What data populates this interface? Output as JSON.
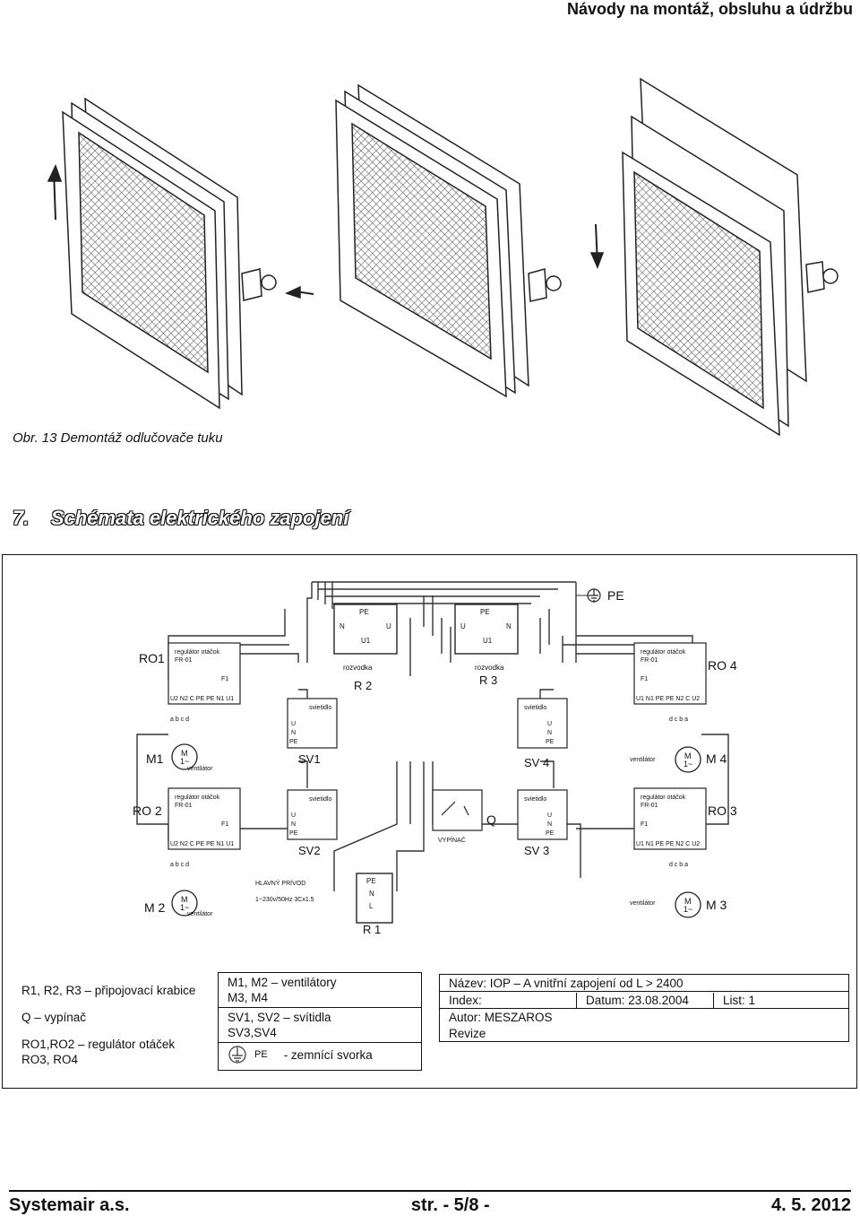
{
  "header": {
    "title": "Návody na montáž, obsluhu a údržbu"
  },
  "figure": {
    "caption": "Obr. 13 Demontáž odlučovače tuku"
  },
  "section": {
    "number": "7.",
    "title": "Schémata elektrického zapojení"
  },
  "schematic": {
    "ro1": "RO1",
    "ro2": "RO 2",
    "ro3": "RO 3",
    "ro4": "RO 4",
    "m1": "M1",
    "m2": "M 2",
    "m3": "M 3",
    "m4": "M 4",
    "sv1": "SV1",
    "sv2": "SV2",
    "sv3": "SV 3",
    "sv4": "SV 4",
    "r1": "R 1",
    "r2": "R 2",
    "r3": "R 3",
    "q": "Q",
    "pe": "PE",
    "reg_title": "regulátor otáčok",
    "reg_model": "FR-01",
    "f1": "F1",
    "term_left": "U2 N2 C PE PE N1 U1",
    "term_right": "U1 N1 PE PE N2 C U2",
    "abcd": "a  b  c  d",
    "dcba": "d  c  b  a",
    "fan": "ventilátor",
    "motor": "M",
    "motor_sub": "1~",
    "lamp": "svietidlo",
    "u": "U",
    "n": "N",
    "pe_t": "PE",
    "l": "L",
    "u1": "U1",
    "box": "rozvodka",
    "switch": "VYPÍNAČ",
    "supply_title": "HLAVNÝ PRÍVOD",
    "supply_spec": "1~230v/50Hz 3Cx1.5"
  },
  "legend": {
    "col1": [
      "R1, R2, R3 – připojovací krabice",
      "Q – vypínač",
      "RO1,RO2 – regulátor otáček",
      "RO3, RO4"
    ],
    "col2": [
      "M1, M2 – ventilátory",
      "M3, M4",
      "SV1, SV2 – svítidla",
      "SV3,SV4"
    ],
    "earth_pe": "PE",
    "earth_text": "- zemnící svorka",
    "name": "Název: IOP – A vnitřní zapojení od L > 2400",
    "index": "Index:",
    "date": "Datum: 23.08.2004",
    "sheet": "List: 1",
    "author": "Autor: MESZAROS",
    "revision": "Revize"
  },
  "footer": {
    "company": "Systemair a.s.",
    "page": "str. - 5/8 -",
    "date": "4. 5. 2012"
  }
}
